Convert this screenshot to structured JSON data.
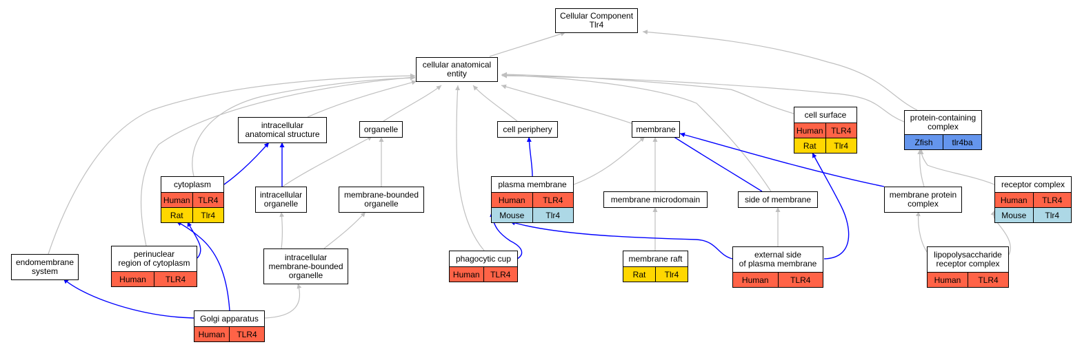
{
  "colors": {
    "human": "#ff6347",
    "rat": "#ffd700",
    "mouse": "#add8e6",
    "zfish": "#6495ed",
    "edge_gray": "#bfbfbf",
    "edge_blue": "#0000ff"
  },
  "nodes": {
    "root": {
      "label": "Cellular Component\nTlr4"
    },
    "cae": {
      "label": "cellular anatomical\nentity"
    },
    "ias": {
      "label": "intracellular\nanatomical structure"
    },
    "organelle": {
      "label": "organelle"
    },
    "cellper": {
      "label": "cell periphery"
    },
    "membrane": {
      "label": "membrane"
    },
    "cellsurf": {
      "label": "cell surface",
      "rows": [
        [
          "Human",
          "TLR4"
        ],
        [
          "Rat",
          "Tlr4"
        ]
      ]
    },
    "pcc": {
      "label": "protein-containing\ncomplex",
      "rows": [
        [
          "Zfish",
          "tlr4ba"
        ]
      ]
    },
    "cyto": {
      "label": "cytoplasm",
      "rows": [
        [
          "Human",
          "TLR4"
        ],
        [
          "Rat",
          "Tlr4"
        ]
      ]
    },
    "io": {
      "label": "intracellular\norganelle"
    },
    "mbo": {
      "label": "membrane-bounded\norganelle"
    },
    "pm": {
      "label": "plasma membrane",
      "rows": [
        [
          "Human",
          "TLR4"
        ],
        [
          "Mouse",
          "Tlr4"
        ]
      ]
    },
    "mmd": {
      "label": "membrane microdomain"
    },
    "som": {
      "label": "side of membrane"
    },
    "mpc": {
      "label": "membrane protein\ncomplex"
    },
    "rc": {
      "label": "receptor complex",
      "rows": [
        [
          "Human",
          "TLR4"
        ],
        [
          "Mouse",
          "Tlr4"
        ]
      ]
    },
    "endo": {
      "label": "endomembrane\nsystem"
    },
    "peri": {
      "label": "perinuclear\nregion of cytoplasm",
      "rows": [
        [
          "Human",
          "TLR4"
        ]
      ]
    },
    "imbo": {
      "label": "intracellular\nmembrane-bounded\norganelle"
    },
    "phago": {
      "label": "phagocytic cup",
      "rows": [
        [
          "Human",
          "TLR4"
        ]
      ]
    },
    "raft": {
      "label": "membrane raft",
      "rows": [
        [
          "Rat",
          "Tlr4"
        ]
      ]
    },
    "espm": {
      "label": "external side\nof plasma membrane",
      "rows": [
        [
          "Human",
          "TLR4"
        ]
      ]
    },
    "lps": {
      "label": "lipopolysaccharide\nreceptor complex",
      "rows": [
        [
          "Human",
          "TLR4"
        ]
      ]
    },
    "golgi": {
      "label": "Golgi apparatus",
      "rows": [
        [
          "Human",
          "TLR4"
        ]
      ]
    }
  }
}
